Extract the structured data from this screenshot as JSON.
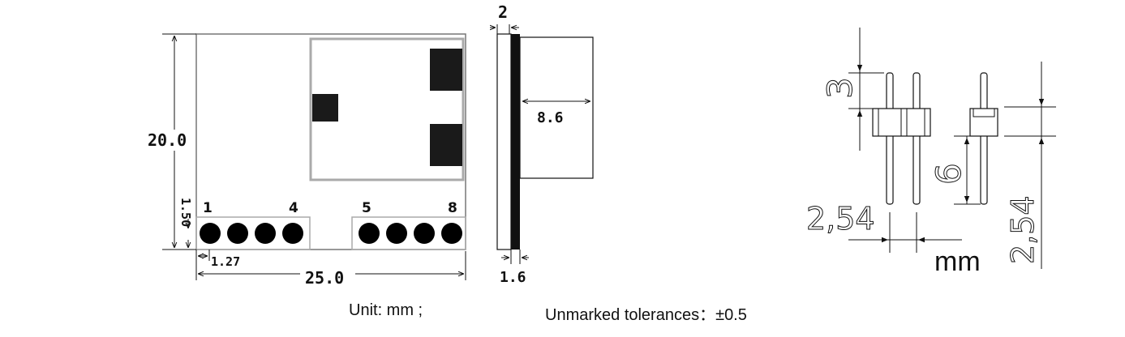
{
  "module": {
    "width_label": "25.0",
    "height_label": "20.0",
    "pad_offset_label": "1.50",
    "pitch_label": "1.27",
    "pin_labels": [
      "1",
      "4",
      "5",
      "8"
    ]
  },
  "side_view": {
    "top_label": "2",
    "depth_label": "8.6",
    "pcb_label": "1.6"
  },
  "header": {
    "pin_tip_label": "3",
    "pin_length_label": "6",
    "pitch_horizontal_label": "2,54",
    "block_label": "2,54",
    "unit_label": "mm"
  },
  "footer": {
    "unit_text": "Unit:    mm ;",
    "tolerance_text": "Unmarked tolerances：±0.5"
  }
}
